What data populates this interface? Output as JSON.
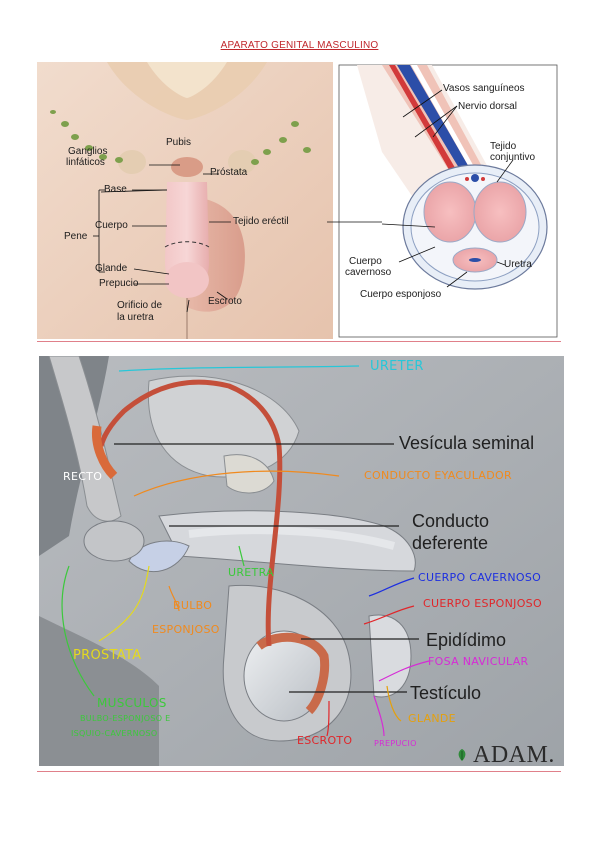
{
  "title": "APARATO GENITAL MASCULINO",
  "top_left_labels": {
    "ganglios": "Ganglios",
    "linfaticos": "linfáticos",
    "pubis": "Pubis",
    "prostata": "Próstata",
    "base": "Base",
    "cuerpo": "Cuerpo",
    "pene": "Pene",
    "tejido_erectil": "Tejido eréctil",
    "glande": "Glande",
    "prepucio": "Prepucio",
    "orificio_1": "Orificio de",
    "orificio_2": "la uretra",
    "escroto": "Escroto"
  },
  "top_right_labels": {
    "vasos": "Vasos sanguíneos",
    "nervio": "Nervio dorsal",
    "tejido_1": "Tejido",
    "tejido_2": "conjuntivo",
    "cuerpo_cav_1": "Cuerpo",
    "cuerpo_cav_2": "cavernoso",
    "uretra": "Uretra",
    "cuerpo_esp": "Cuerpo esponjoso"
  },
  "bottom_printed_labels": {
    "vesicula": "Vesícula seminal",
    "conducto_1": "Conducto",
    "conducto_2": "deferente",
    "epididimo": "Epidídimo",
    "testiculo": "Testículo"
  },
  "handwritten_labels": {
    "ureter": "URETER",
    "recto": "RECTO",
    "conducto_eyac": "CONDUCTO EYACULADOR",
    "uretra": "URETRA",
    "bulbo_1": "BULBO",
    "bulbo_2": "ESPONJOSO",
    "prostata": "PROSTATA",
    "cuerpo_cav": "CUERPO CAVERNOSO",
    "cuerpo_esp": "CUERPO ESPONJOSO",
    "fosa": "FOSA NAVICULAR",
    "musculos_1": "MUSCULOS",
    "musculos_2": "BULBO-ESPONJOSO E",
    "musculos_3": "ISQUIO-CAVERNOSO",
    "glande": "GLANDE",
    "escroto": "ESCROTO",
    "prepucio": "PREPUCIO"
  },
  "logo": "ADAM.",
  "colors": {
    "title_red": "#c0282d",
    "cyan": "#27c7d8",
    "orange": "#f08a1e",
    "green": "#3cc83c",
    "blue": "#1d2fe0",
    "red": "#e0262a",
    "magenta": "#d62bd6",
    "yellow": "#e4a00e"
  }
}
